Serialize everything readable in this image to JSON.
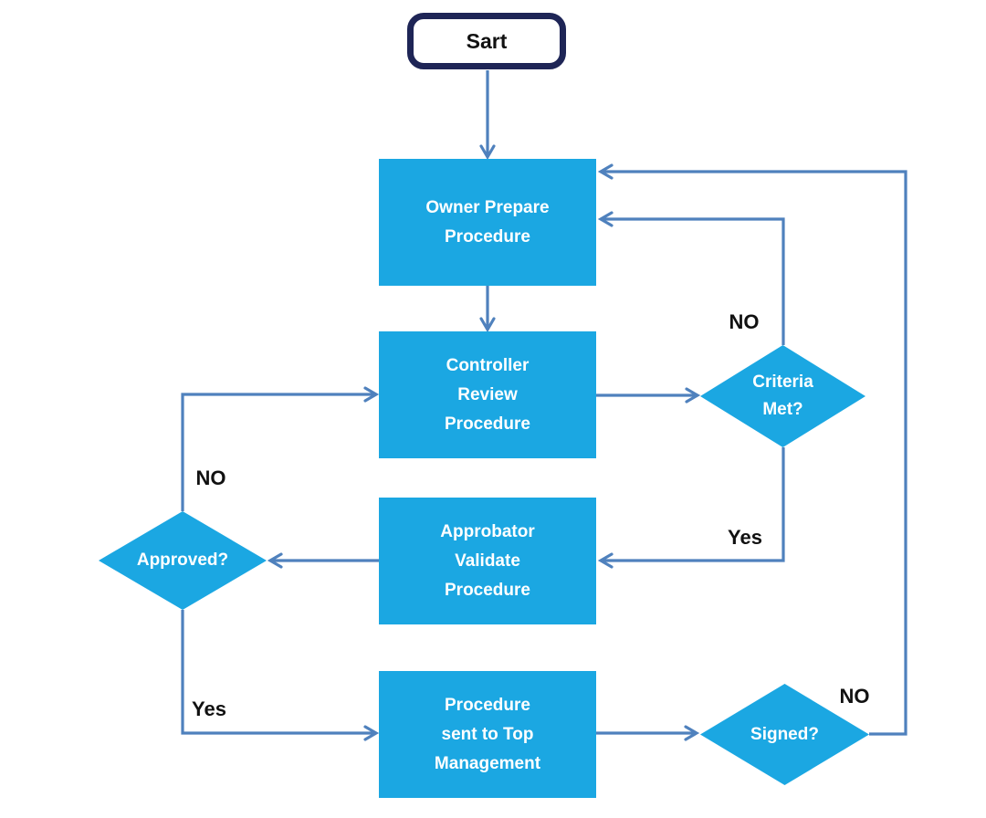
{
  "flowchart": {
    "colors": {
      "background": "#ffffff",
      "shape_fill": "#1BA7E2",
      "shape_text": "#ffffff",
      "connector": "#4F81BD",
      "start_border": "#1E2556",
      "label_text": "#111111"
    },
    "nodes": {
      "start": {
        "type": "terminator",
        "label": "Sart"
      },
      "owner": {
        "type": "process",
        "label": [
          "Owner Prepare",
          "Procedure"
        ]
      },
      "controller": {
        "type": "process",
        "label": [
          "Controller",
          "Review",
          "Procedure"
        ]
      },
      "criteria": {
        "type": "decision",
        "label": [
          "Criteria",
          "Met?"
        ]
      },
      "approbator": {
        "type": "process",
        "label": [
          "Approbator",
          "Validate",
          "Procedure"
        ]
      },
      "approved": {
        "type": "decision",
        "label": "Approved?"
      },
      "procedure": {
        "type": "process",
        "label": [
          "Procedure",
          "sent to Top",
          "Management"
        ]
      },
      "signed": {
        "type": "decision",
        "label": "Signed?"
      }
    },
    "edge_labels": {
      "criteria_no": "NO",
      "criteria_yes": "Yes",
      "approved_no": "NO",
      "approved_yes": "Yes",
      "signed_no": "NO"
    },
    "edges": [
      "start -> owner",
      "owner -> controller",
      "controller -> criteria",
      "criteria -NO-> owner",
      "criteria -Yes-> approbator",
      "approbator -> approved",
      "approved -NO-> controller",
      "approved -Yes-> procedure",
      "procedure -> signed",
      "signed -NO-> owner"
    ]
  }
}
